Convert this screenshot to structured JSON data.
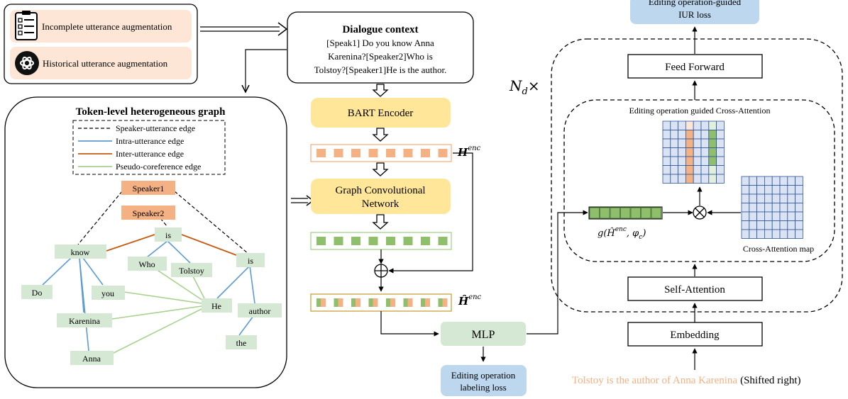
{
  "augment": {
    "incomplete_label": "Incomplete utterance augmentation",
    "historical_label": "Historical utterance augmentation"
  },
  "dialogue": {
    "title": "Dialogue context",
    "line1": "[Speak1] Do you know Anna",
    "line2": "Karenina?[Speaker2]Who is",
    "line3": "Tolstoy?[Speaker1]He is the author."
  },
  "graph": {
    "title": "Token-level heterogeneous graph",
    "legend": [
      {
        "label": "Speaker-utterance edge",
        "color": "#000000",
        "style": "dashed"
      },
      {
        "label": "Intra-utterance edge",
        "color": "#5b9bd5",
        "style": "solid"
      },
      {
        "label": "Inter-utterance edge",
        "color": "#c55a11",
        "style": "solid"
      },
      {
        "label": "Pseudo-coreference edge",
        "color": "#a9d18e",
        "style": "solid"
      }
    ],
    "speakers": {
      "speaker1": "Speaker1",
      "speaker2": "Speaker2"
    },
    "nodes": {
      "know": "know",
      "do": "Do",
      "you": "you",
      "karenina": "Karenina",
      "anna": "Anna",
      "is1": "is",
      "who": "Who",
      "tolstoy": "Tolstoy",
      "he": "He",
      "is2": "is",
      "author": "author",
      "the": "the"
    }
  },
  "pipeline": {
    "bart_encoder": "BART Encoder",
    "gcn_line1": "Graph Convolutional",
    "gcn_line2": "Network",
    "h_enc": "H",
    "h_enc_sup": "enc",
    "h_hat_enc": "Ĥ",
    "h_hat_enc_sup": "enc",
    "mlp": "MLP",
    "labeling_loss_line1": "Editing operation",
    "labeling_loss_line2": "labeling loss"
  },
  "decoder": {
    "nd_label": "N",
    "nd_sub": "d",
    "nd_times": "×",
    "iur_loss_line1": "Editing operation-guided",
    "iur_loss_line2": "IUR loss",
    "feed_forward": "Feed Forward",
    "cross_attention_title": "Editing operation guided Cross-Attention",
    "g_func": "g(Ĥ",
    "g_sup": "enc",
    "g_rest": ", φ",
    "g_sub": "c",
    "g_close": ")",
    "cross_attention_map": "Cross-Attention map",
    "self_attention": "Self-Attention",
    "embedding": "Embedding",
    "input_text": "Tolstoy is the author of Anna Karenina",
    "shifted_right": "(Shifted right)"
  },
  "colors": {
    "orange_box": "#fde6d6",
    "yellow_box": "#ffe699",
    "green_box": "#d5e8d4",
    "blue_box": "#bdd7ee",
    "speaker_box": "#f4b183",
    "orange_cell": "#f4b183",
    "green_cell": "#8fbf6a",
    "grid_cell": "#dae3f3",
    "input_text": "#f4b183"
  }
}
